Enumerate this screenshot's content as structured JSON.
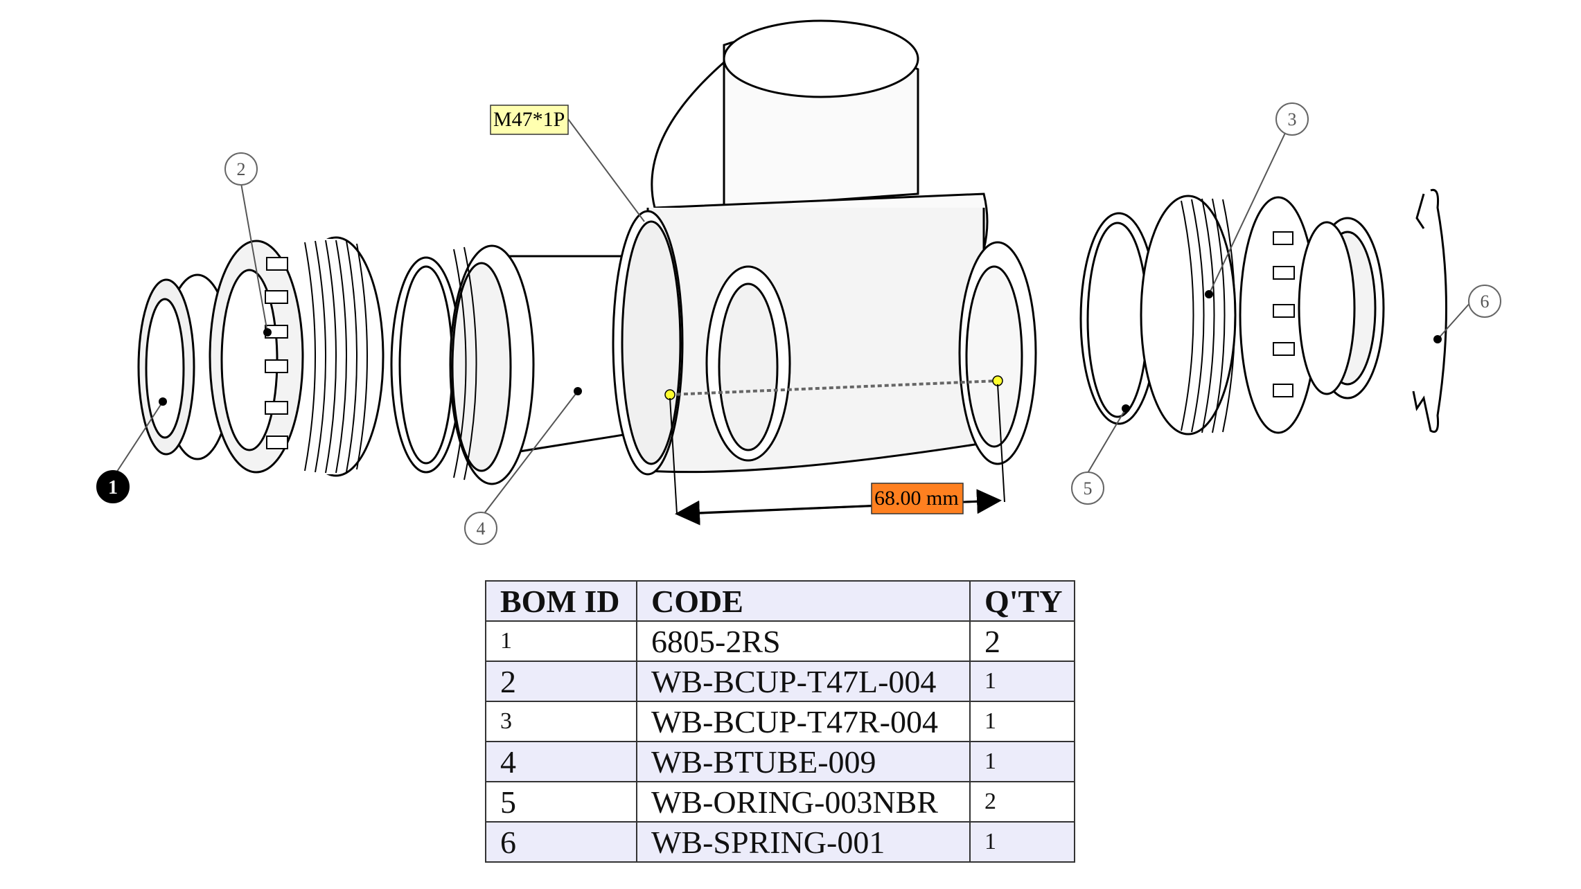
{
  "callouts": [
    {
      "number": "1",
      "part": "bearing"
    },
    {
      "number": "2",
      "part": "left-bottom-bracket-cup"
    },
    {
      "number": "3",
      "part": "right-bottom-bracket-cup"
    },
    {
      "number": "4",
      "part": "bearing-tube"
    },
    {
      "number": "5",
      "part": "o-ring"
    },
    {
      "number": "6",
      "part": "spring"
    }
  ],
  "annotations": {
    "thread_label": "M47*1P",
    "dimension_label": "68.00 mm"
  },
  "colors": {
    "thread_tag_fill": "#ffffb0",
    "dimension_tag_fill": "#ff8020",
    "selected_callout_fill": "#000000",
    "table_shade": "#ececfa",
    "highlight_point": "#ffff30"
  },
  "bom": {
    "headers": [
      "BOM ID",
      "CODE",
      "Q'TY"
    ],
    "rows": [
      {
        "id": "1",
        "code": "6805-2RS",
        "qty": "2"
      },
      {
        "id": "2",
        "code": "WB-BCUP-T47L-004",
        "qty": "1"
      },
      {
        "id": "3",
        "code": "WB-BCUP-T47R-004",
        "qty": "1"
      },
      {
        "id": "4",
        "code": "WB-BTUBE-009",
        "qty": "1"
      },
      {
        "id": "5",
        "code": "WB-ORING-003NBR",
        "qty": "2"
      },
      {
        "id": "6",
        "code": "WB-SPRING-001",
        "qty": "1"
      }
    ]
  }
}
